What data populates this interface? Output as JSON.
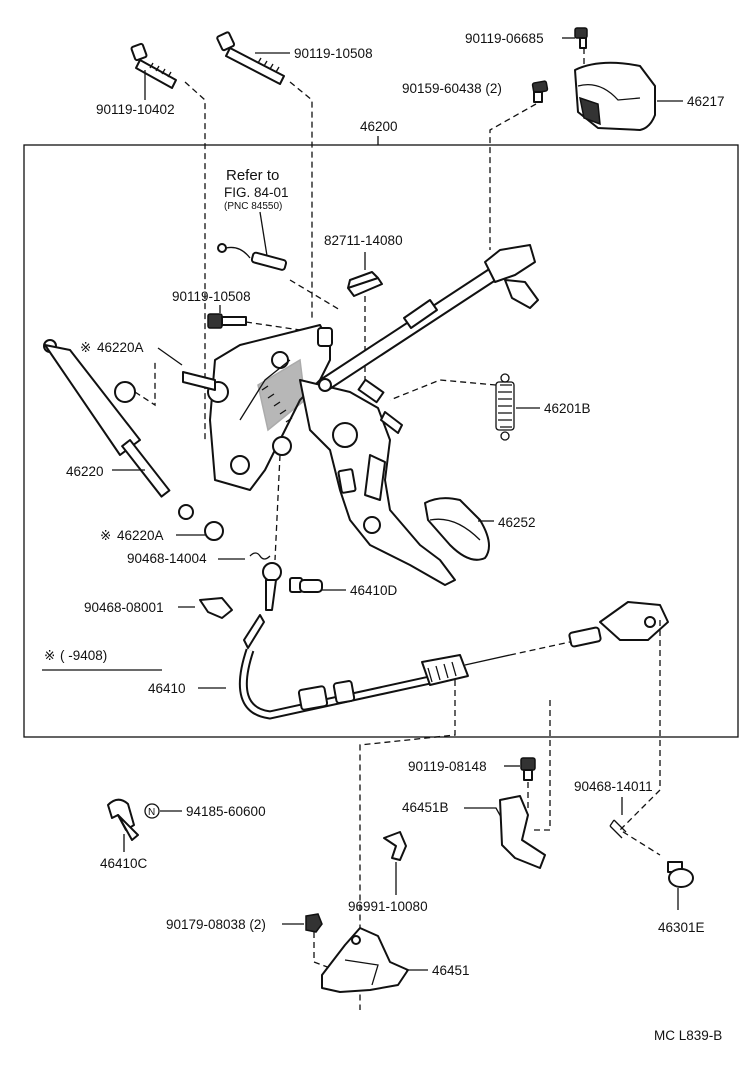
{
  "diagram": {
    "assembly_label": "46200",
    "refer_note": {
      "line1": "Refer to",
      "line2": "FIG. 84-01",
      "line3": "(PNC  84550)"
    },
    "footnote_mark": "※",
    "footnote_range": "(        -9408)",
    "new_part_mark": "N",
    "figure_code": "MC  L839-B",
    "parts": {
      "p_90119_10402": "90119-10402",
      "p_90119_10508_top": "90119-10508",
      "p_90119_06685": "90119-06685",
      "p_90159_60438": "90159-60438 (2)",
      "p_46217": "46217",
      "p_82711_14080": "82711-14080",
      "p_90119_10508_mid": "90119-10508",
      "p_46220A_top": "46220A",
      "p_46201B": "46201B",
      "p_46220": "46220",
      "p_46252": "46252",
      "p_46220A_bottom": "46220A",
      "p_90468_14004": "90468-14004",
      "p_46410D": "46410D",
      "p_90468_08001": "90468-08001",
      "p_46410": "46410",
      "p_90119_08148": "90119-08148",
      "p_90468_14011": "90468-14011",
      "p_46451B": "46451B",
      "p_94185_60600": "94185-60600",
      "p_46410C": "46410C",
      "p_96991_10080": "96991-10080",
      "p_46301E": "46301E",
      "p_90179_08038": "90179-08038 (2)",
      "p_46451": "46451"
    }
  }
}
